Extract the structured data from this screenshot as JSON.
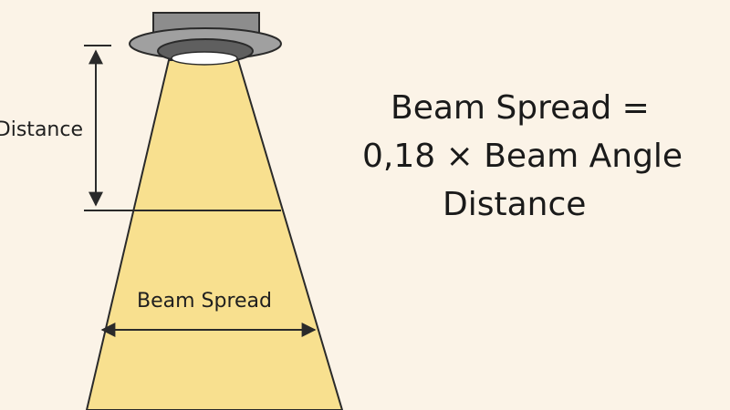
{
  "labels": {
    "distance": "Distance",
    "beam_spread": "Beam Spread"
  },
  "formula": {
    "line1": "Beam Spread =",
    "line2": "0,18 × Beam Angle",
    "line3": "Distance"
  },
  "colors": {
    "background": "#fbf3e7",
    "beam_fill": "#f8e08f",
    "outline": "#2a2a2a",
    "fixture_housing": "#8a8a8a",
    "fixture_top": "#bdbdbd",
    "fixture_lens": "#ffffff",
    "text": "#1a1a1a"
  },
  "icons": {
    "fixture": "recessed-downlight-icon"
  }
}
